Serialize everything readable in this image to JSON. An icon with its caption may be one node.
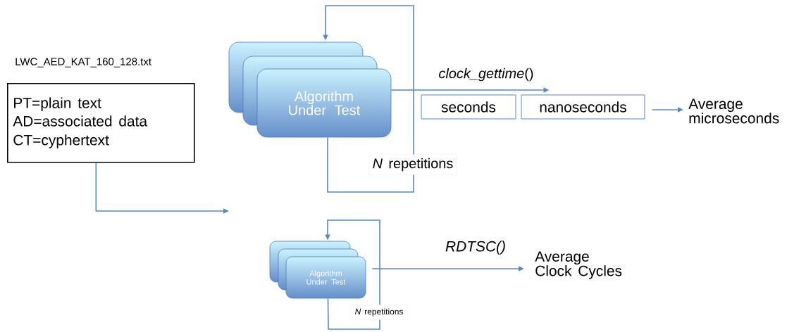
{
  "diagram": {
    "nodes": [
      {
        "text": [
          "LWC_AED_KAT_160_128.txt",
          "PT=plain text",
          "AD=associated data",
          "CT=cyphertext"
        ]
      },
      {
        "text": [
          "Algorithm Under Test"
        ]
      },
      {
        "text": [
          "seconds"
        ]
      },
      {
        "text": [
          "nanoseconds"
        ]
      },
      {
        "text": [
          "Average microseconds"
        ]
      },
      {
        "text": [
          "Algorithm Under Test"
        ]
      },
      {
        "text": [
          "Average Clock Cycles"
        ]
      }
    ],
    "edges": [
      {
        "from": 0,
        "to": null,
        "arrow": "to"
      },
      {
        "from": 1,
        "to": 1,
        "arrow": "to",
        "label": "*N* repetitions"
      },
      {
        "from": 1,
        "to": 3,
        "arrow": "to",
        "label": "*clock_gettime*()"
      },
      {
        "from": 3,
        "to": 4,
        "arrow": "to"
      },
      {
        "from": 5,
        "to": 5,
        "arrow": "to",
        "label": "*N* repetitions"
      },
      {
        "from": 5,
        "to": 6,
        "arrow": "to",
        "label": "*RDTSC()*"
      }
    ]
  }
}
